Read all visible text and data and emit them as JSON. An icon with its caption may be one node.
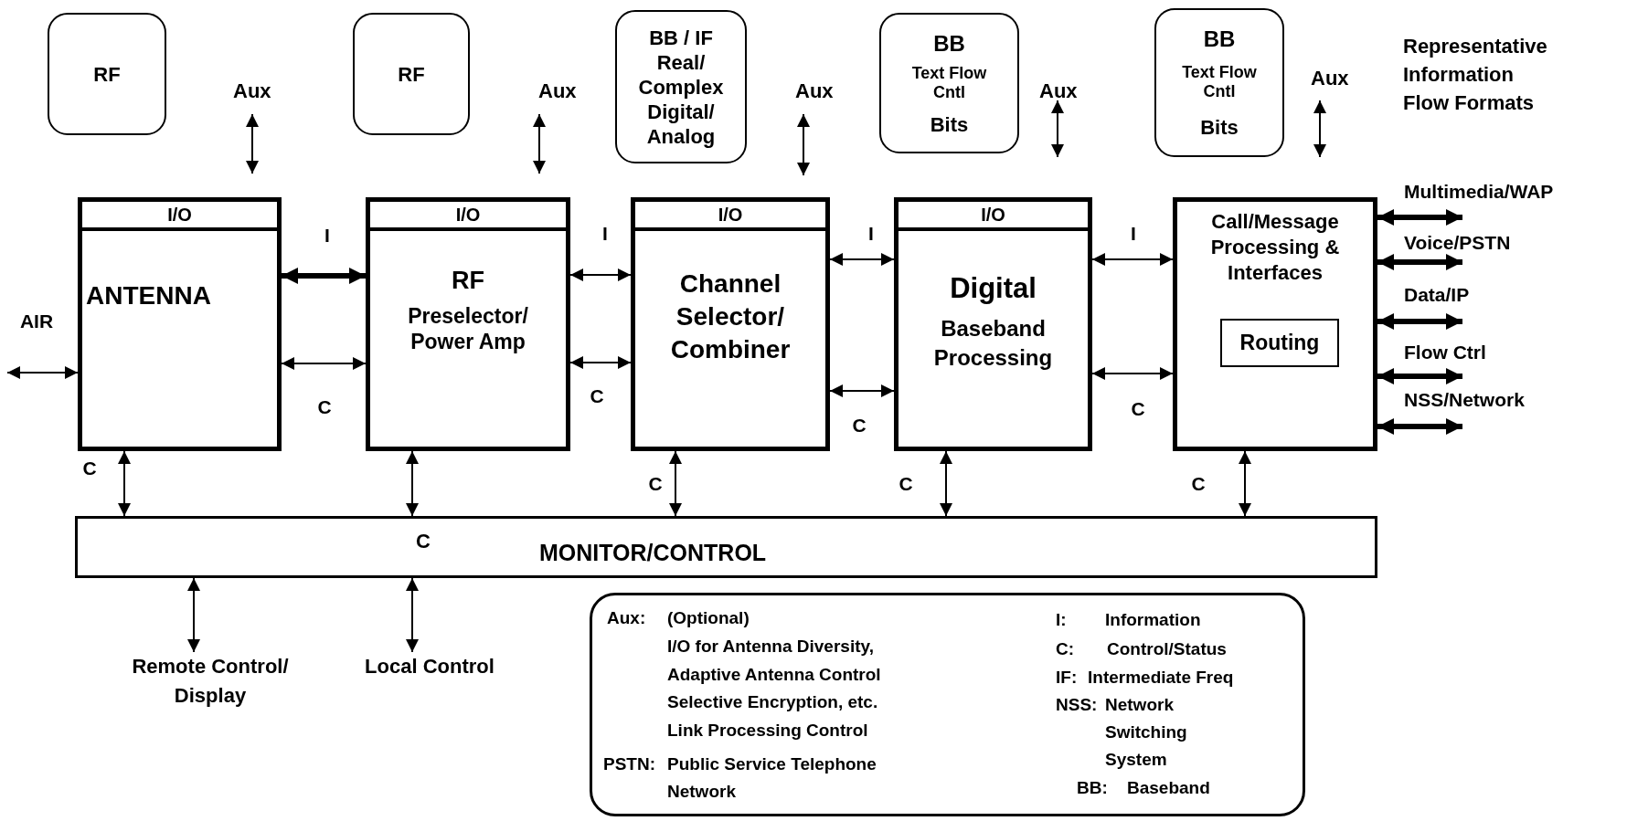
{
  "diagram": {
    "nodes": [
      {
        "text": [
          "RF"
        ]
      },
      {
        "text": [
          "RF"
        ]
      },
      {
        "text": [
          "BB / IF",
          "Real/ Complex",
          "Digital/ Analog"
        ]
      },
      {
        "text": [
          "BB",
          "Text Flow Cntl",
          "Bits"
        ]
      },
      {
        "text": [
          "BB",
          "Text Flow Cntl",
          "Bits"
        ]
      },
      {
        "text": [
          "I/O",
          "ANTENNA"
        ]
      },
      {
        "text": [
          "I/O",
          "RF",
          "Preselector/ Power Amp"
        ]
      },
      {
        "text": [
          "I/O",
          "Channel Selector/ Combiner"
        ]
      },
      {
        "text": [
          "I/O",
          "Digital",
          "Baseband Processing"
        ]
      },
      {
        "text": [
          "Call/Message Processing & Interfaces"
        ]
      },
      {
        "text": [
          "Routing"
        ],
        "in": 9
      },
      {
        "text": [
          "C",
          "MONITOR/CONTROL"
        ]
      },
      {
        "text": [
          "Aux:",
          "(Optional)",
          "I/O for Antenna Diversity,",
          "Adaptive Antenna Control",
          "Selective Encryption, etc.",
          "Link Processing Control",
          "PSTN:",
          "Public Service Telephone Network",
          "I:",
          "Information",
          "C:",
          "Control/Status",
          "IF:",
          "Intermediate Freq",
          "NSS:",
          "Network Switching System",
          "BB:",
          "Baseband"
        ]
      },
      {
        "text": [
          "Remote Control/ Display"
        ]
      },
      {
        "text": [
          "Local Control"
        ]
      }
    ],
    "edges": [
      {
        "from": null,
        "to": 5,
        "arrow": "both",
        "label": "AIR"
      },
      {
        "from": 5,
        "to": 6,
        "arrow": "both",
        "label": "I",
        "style": "thick"
      },
      {
        "from": 5,
        "to": 6,
        "arrow": "both",
        "label": "C"
      },
      {
        "from": 6,
        "to": 7,
        "arrow": "both",
        "label": "I"
      },
      {
        "from": 6,
        "to": 7,
        "arrow": "both",
        "label": "C"
      },
      {
        "from": 7,
        "to": 8,
        "arrow": "both",
        "label": "I"
      },
      {
        "from": 7,
        "to": 8,
        "arrow": "both",
        "label": "C"
      },
      {
        "from": 8,
        "to": 9,
        "arrow": "both",
        "label": "I"
      },
      {
        "from": 8,
        "to": 9,
        "arrow": "both",
        "label": "C"
      },
      {
        "from": 9,
        "to": null,
        "arrow": "both",
        "label": "Multimedia/WAP",
        "style": "thick"
      },
      {
        "from": 9,
        "to": null,
        "arrow": "both",
        "label": "Voice/PSTN",
        "style": "thick"
      },
      {
        "from": 9,
        "to": null,
        "arrow": "both",
        "label": "Data/IP",
        "style": "thick"
      },
      {
        "from": 9,
        "to": null,
        "arrow": "both",
        "label": "Flow Ctrl",
        "style": "thick"
      },
      {
        "from": 9,
        "to": null,
        "arrow": "both",
        "label": "NSS/Network",
        "style": "thick"
      },
      {
        "from": 5,
        "to": 11,
        "arrow": "both",
        "label": "C"
      },
      {
        "from": 6,
        "to": 11,
        "arrow": "both"
      },
      {
        "from": 7,
        "to": 11,
        "arrow": "both",
        "label": "C"
      },
      {
        "from": 8,
        "to": 11,
        "arrow": "both",
        "label": "C"
      },
      {
        "from": 9,
        "to": 11,
        "arrow": "both",
        "label": "C"
      },
      {
        "from": 11,
        "to": 13,
        "arrow": "both"
      },
      {
        "from": 11,
        "to": 14,
        "arrow": "both"
      }
    ],
    "labels": [
      "Aux",
      "Aux",
      "Aux",
      "Aux",
      "Aux",
      "Representative Information Flow Formats"
    ]
  }
}
